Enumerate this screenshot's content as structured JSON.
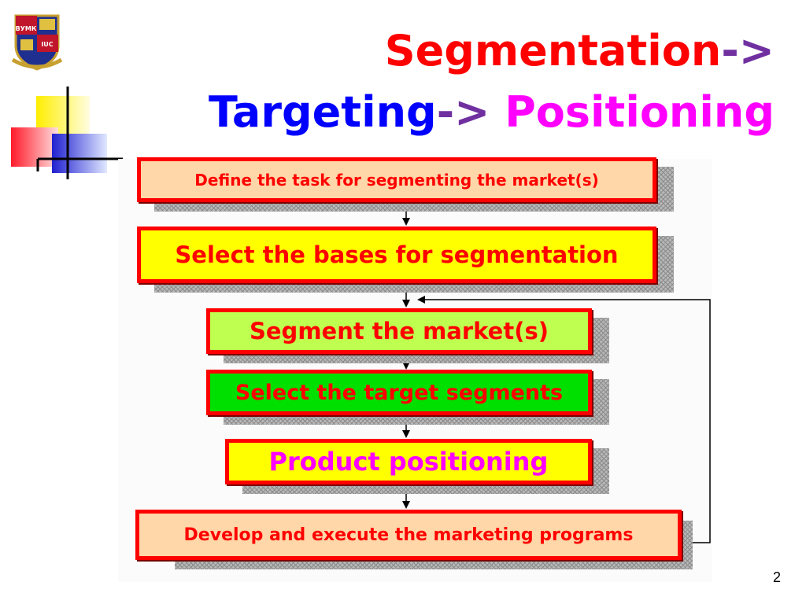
{
  "header": {
    "logo_icon": "university-crest-icon",
    "decoration_icon": "colored-squares-crosshair-icon",
    "title": {
      "word1": "Segmentation",
      "word2": "Targeting",
      "word3": "Positioning",
      "separator": "->"
    }
  },
  "colors": {
    "word1": "#ff0000",
    "word2": "#0000ff",
    "word3": "#ff00ff",
    "separator": "#7030a0",
    "box_border": "#ff0000"
  },
  "flow": {
    "steps": [
      {
        "label": "Define the task for segmenting the market(s)"
      },
      {
        "label": "Select the bases for segmentation"
      },
      {
        "label": "Segment the market(s)"
      },
      {
        "label": "Select the target segments"
      },
      {
        "label": "Product positioning"
      },
      {
        "label": "Develop and execute the marketing programs"
      }
    ],
    "feedback_loop": "Develop and execute the marketing programs -> Segment the market(s)"
  },
  "footer": {
    "page_number": "2"
  }
}
